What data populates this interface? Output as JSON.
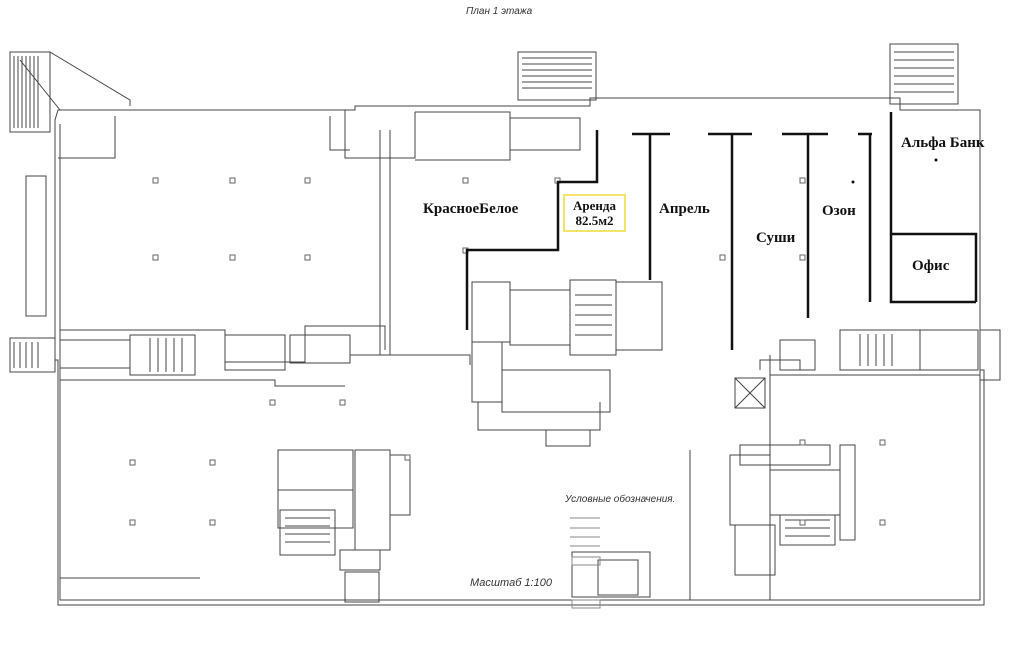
{
  "plan": {
    "title": "План 1 этажа",
    "scale": "Масштаб 1:100",
    "legend_title": "Условные обозначения."
  },
  "tenants": {
    "krasnoe_beloe": "КрасноеБелое",
    "arenda_line1": "Аренда",
    "arenda_line2": "82.5м2",
    "aprel": "Апрель",
    "sushi": "Суши",
    "ozon": "Озон",
    "alfa_bank": "Альфа Банк",
    "ofis": "Офис"
  },
  "colors": {
    "highlight": "#f1e46a",
    "wall": "#444444",
    "partition": "#111111"
  }
}
